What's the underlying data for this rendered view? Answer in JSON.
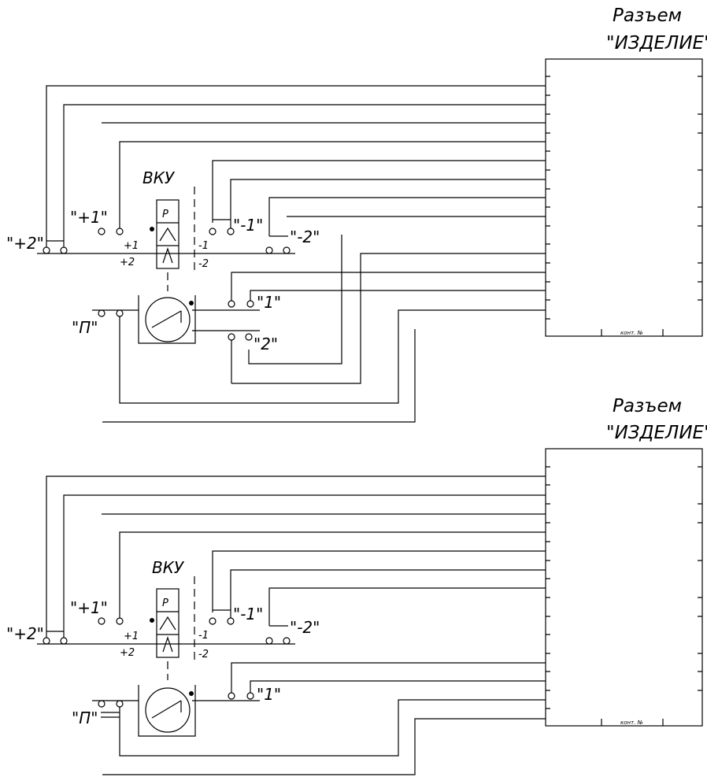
{
  "top": {
    "connector_title": [
      "Разъем",
      "\"ИЗДЕЛИЕ\""
    ],
    "device_label": "ВКУ",
    "valve_letter": "Р",
    "terminals": {
      "plus2": "\"+2\"",
      "plus1": "\"+1\"",
      "minus1": "\"-1\"",
      "minus2": "\"-2\"",
      "p": "\"П\"",
      "one": "\"1\"",
      "two": "\"2\""
    },
    "pins": {
      "plus1": "+1",
      "plus2": "+2",
      "minus1": "-1",
      "minus2": "-2"
    },
    "connector_faint_text": "конт. №"
  },
  "bottom": {
    "connector_title": [
      "Разъем",
      "\"ИЗДЕЛИЕ\""
    ],
    "device_label": "ВКУ",
    "valve_letter": "Р",
    "terminals": {
      "plus2": "\"+2\"",
      "plus1": "\"+1\"",
      "minus1": "\"-1\"",
      "minus2": "\"-2\"",
      "p": "\"П\"",
      "one": "\"1\""
    },
    "pins": {
      "plus1": "+1",
      "plus2": "+2",
      "minus1": "-1",
      "minus2": "-2"
    },
    "connector_faint_text": "конт. №"
  }
}
